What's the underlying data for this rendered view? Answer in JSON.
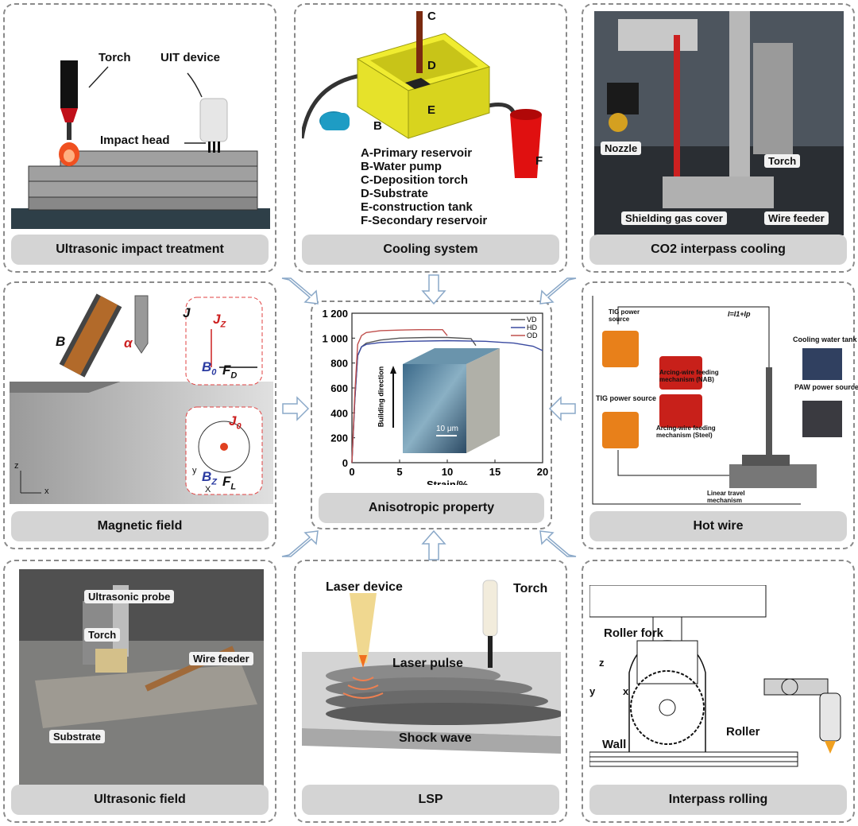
{
  "panels": {
    "uit": {
      "caption": "Ultrasonic impact treatment",
      "labels": {
        "torch": "Torch",
        "uit_device": "UIT device",
        "impact_head": "Impact head"
      }
    },
    "cooling": {
      "caption": "Cooling system",
      "letters": {
        "c": "C",
        "d": "D",
        "e": "E",
        "b": "B",
        "f": "F"
      },
      "legend": [
        "A-Primary reservoir",
        "B-Water pump",
        "C-Deposition torch",
        "D-Substrate",
        "E-construction tank",
        "F-Secondary reservoir"
      ]
    },
    "co2": {
      "caption": "CO2 interpass cooling",
      "labels": {
        "nozzle": "Nozzle",
        "torch": "Torch",
        "gas_cover": "Shielding gas cover",
        "wire_feeder": "Wire feeder"
      }
    },
    "magnetic": {
      "caption": "Magnetic field",
      "labels": {
        "b": "B",
        "j": "J",
        "alpha": "α",
        "jz": "J",
        "jz_sub": "Z",
        "b0": "B",
        "b0_sub": "0",
        "fd": "F",
        "fd_sub": "D",
        "j0": "J",
        "j0_sub": "0",
        "bz": "B",
        "bz_sub": "Z",
        "fl": "F",
        "fl_sub": "L",
        "axis_z": "z",
        "axis_x": "x",
        "axis_y": "y",
        "axis_X": "X"
      }
    },
    "center": {
      "caption": "Anisotropic property",
      "inset_label": "Building direction",
      "scale_label": "10 μm"
    },
    "hotwire": {
      "caption": "Hot wire",
      "labels": {
        "tig1": "TIG power source",
        "tig2": "TIG power source",
        "cooling_tank": "Cooling water tank",
        "paw": "PAW power source",
        "nab": "Arcing-wire feeding mechanism (NAB)",
        "steel": "Arcing-wire feeding mechanism (Steel)",
        "linear": "Linear travel mechanism",
        "current_eq": "I=I1+Ip"
      }
    },
    "ultrasonic": {
      "caption": "Ultrasonic field",
      "labels": {
        "probe": "Ultrasonic probe",
        "torch": "Torch",
        "wire_feeder": "Wire feeder",
        "substrate": "Substrate"
      }
    },
    "lsp": {
      "caption": "LSP",
      "labels": {
        "laser_device": "Laser device",
        "torch": "Torch",
        "laser_pulse": "Laser pulse",
        "shock_wave": "Shock wave"
      }
    },
    "rolling": {
      "caption": "Interpass rolling",
      "labels": {
        "roller_fork": "Roller fork",
        "roller": "Roller",
        "wall": "Wall",
        "z": "z",
        "y": "y",
        "x": "x"
      }
    }
  },
  "chart_data": {
    "type": "line",
    "xlabel": "Strain/%",
    "ylabel": "",
    "xlim": [
      0,
      20
    ],
    "ylim": [
      0,
      1200
    ],
    "xticks": [
      0,
      5,
      10,
      15,
      20
    ],
    "yticks": [
      "0",
      "200",
      "400",
      "600",
      "800",
      "1 000",
      "1 200"
    ],
    "legend_position": "top-right",
    "series": [
      {
        "name": "VD",
        "color": "#555555",
        "x": [
          0,
          0.3,
          0.6,
          1.0,
          1.5,
          3,
          5,
          8,
          10,
          12.5,
          13
        ],
        "y": [
          0,
          500,
          860,
          930,
          960,
          985,
          1000,
          1005,
          1005,
          995,
          940
        ]
      },
      {
        "name": "HD",
        "color": "#3a4aa0",
        "x": [
          0,
          0.3,
          0.6,
          1.0,
          1.5,
          3,
          6,
          10,
          14,
          17,
          19,
          20
        ],
        "y": [
          0,
          500,
          860,
          930,
          950,
          965,
          975,
          980,
          975,
          960,
          935,
          900
        ]
      },
      {
        "name": "OD",
        "color": "#c0504d",
        "x": [
          0,
          0.3,
          0.6,
          1.0,
          1.5,
          3,
          5,
          7,
          9.5,
          10
        ],
        "y": [
          0,
          550,
          950,
          1020,
          1045,
          1060,
          1065,
          1068,
          1068,
          1020
        ]
      }
    ]
  }
}
